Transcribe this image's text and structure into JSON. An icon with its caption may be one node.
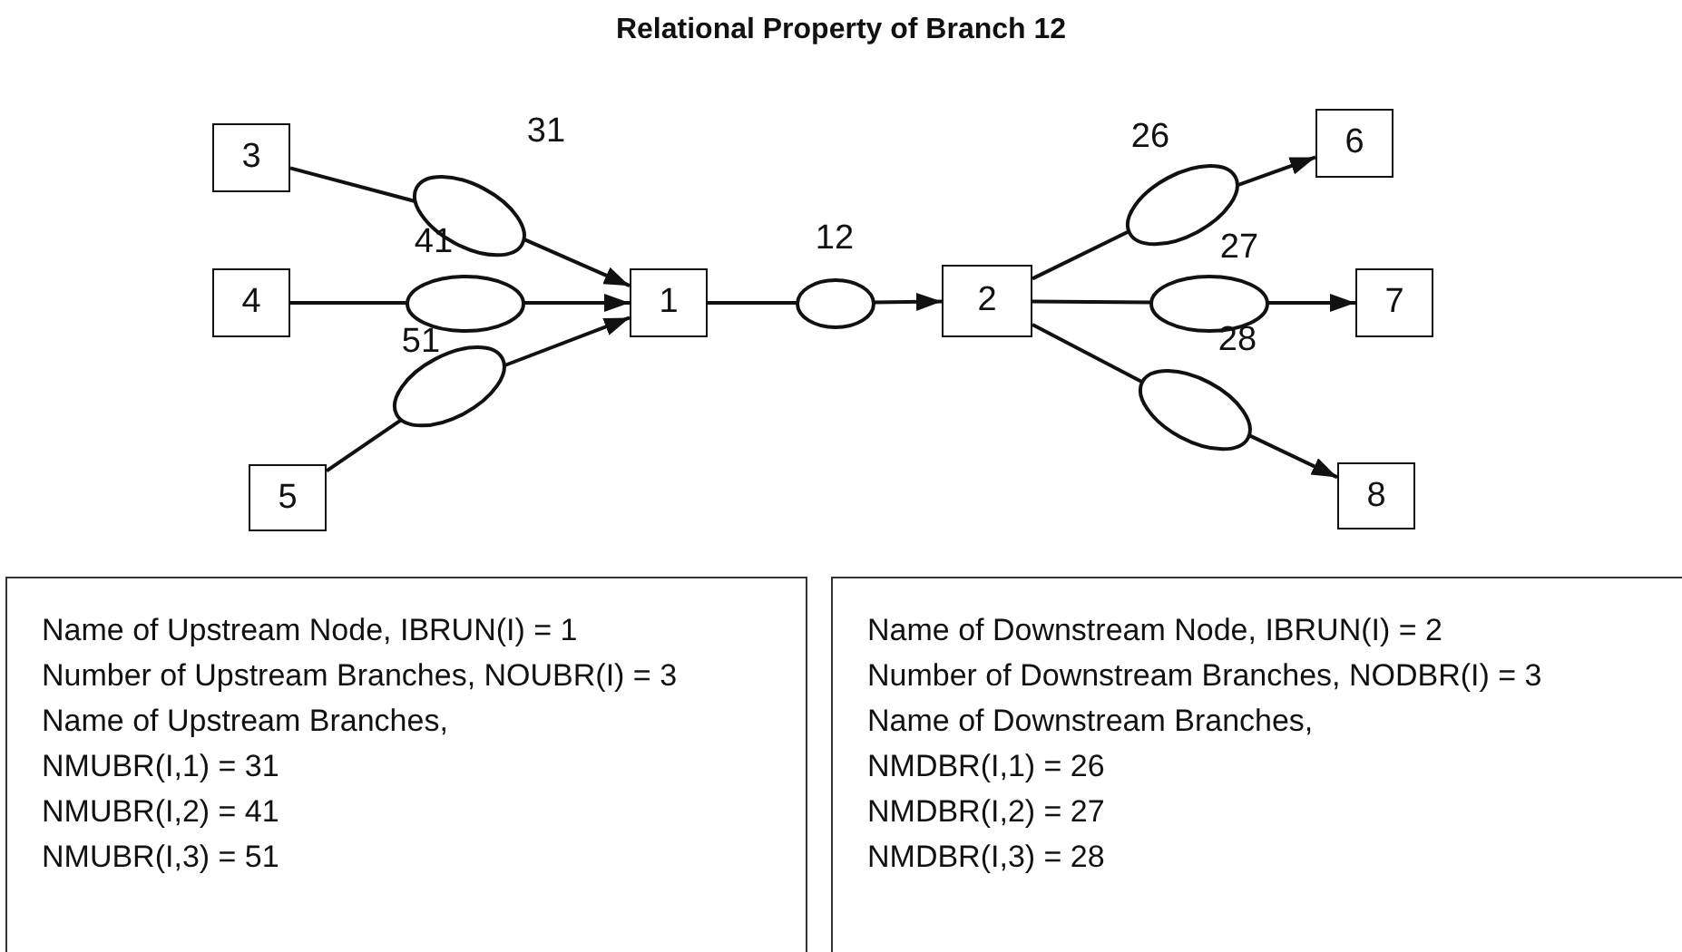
{
  "diagram": {
    "title": "Relational Property of Branch 12",
    "nodes": [
      {
        "text": [
          "3"
        ]
      },
      {
        "text": [
          "4"
        ]
      },
      {
        "text": [
          "5"
        ]
      },
      {
        "text": [],
        "shape": "ellipse"
      },
      {
        "text": [],
        "shape": "ellipse"
      },
      {
        "text": [],
        "shape": "ellipse"
      },
      {
        "text": [
          "1"
        ]
      },
      {
        "text": [],
        "shape": "ellipse"
      },
      {
        "text": [
          "2"
        ]
      },
      {
        "text": [],
        "shape": "ellipse"
      },
      {
        "text": [],
        "shape": "ellipse"
      },
      {
        "text": [],
        "shape": "ellipse"
      },
      {
        "text": [
          "6"
        ]
      },
      {
        "text": [
          "7"
        ]
      },
      {
        "text": [
          "8"
        ]
      },
      {
        "text": [
          "Name of Upstream Node, IBRUN(I) = 1",
          "Number of Upstream Branches, NOUBR(I) = 3",
          "Name of Upstream Branches,",
          "NMUBR(I,1) = 31",
          "NMUBR(I,2) = 41",
          "NMUBR(I,3) = 51"
        ]
      },
      {
        "text": [
          "Name of Downstream Node, IBRUN(I) = 2",
          "Number of Downstream Branches, NODBR(I) = 3",
          "Name of Downstream Branches,",
          "NMDBR(I,1) = 26",
          "NMDBR(I,2) = 27",
          "NMDBR(I,3) = 28"
        ]
      }
    ],
    "edges": [
      {
        "from": 0,
        "to": 3,
        "arrow": "none"
      },
      {
        "from": 3,
        "to": 6,
        "arrow": "to"
      },
      {
        "from": 1,
        "to": 4,
        "arrow": "none"
      },
      {
        "from": 4,
        "to": 6,
        "arrow": "to"
      },
      {
        "from": 2,
        "to": 5,
        "arrow": "none"
      },
      {
        "from": 5,
        "to": 6,
        "arrow": "to"
      },
      {
        "from": 6,
        "to": 7,
        "arrow": "none"
      },
      {
        "from": 7,
        "to": 8,
        "arrow": "to"
      },
      {
        "from": 8,
        "to": 9,
        "arrow": "none"
      },
      {
        "from": 9,
        "to": 12,
        "arrow": "to"
      },
      {
        "from": 8,
        "to": 10,
        "arrow": "none"
      },
      {
        "from": 10,
        "to": 13,
        "arrow": "to"
      },
      {
        "from": 8,
        "to": 11,
        "arrow": "none"
      },
      {
        "from": 11,
        "to": 14,
        "arrow": "to"
      }
    ],
    "labels": [
      "31",
      "26",
      "41",
      "12",
      "27",
      "51",
      "28"
    ]
  }
}
